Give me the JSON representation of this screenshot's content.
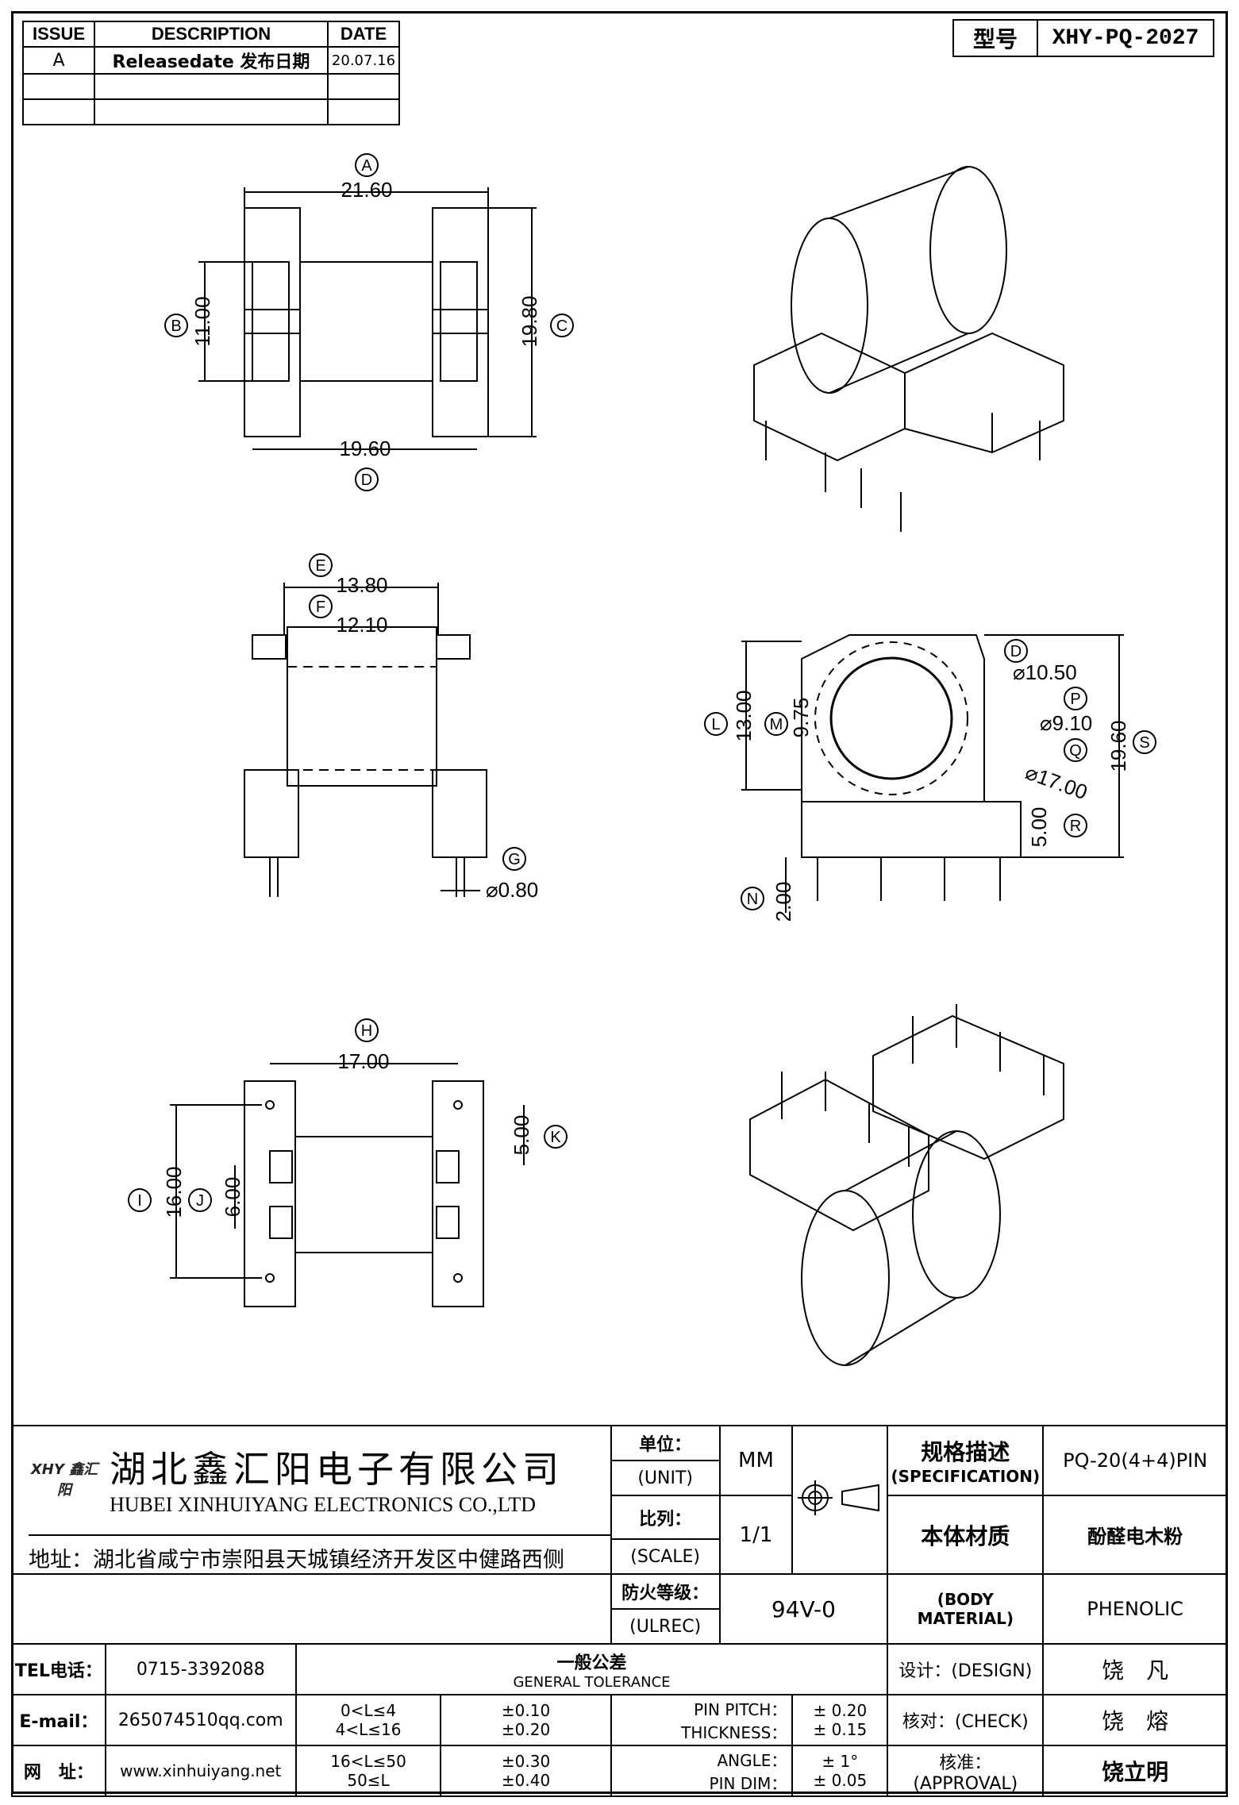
{
  "revision": {
    "headers": [
      "ISSUE",
      "DESCRIPTION",
      "DATE"
    ],
    "rows": [
      {
        "issue": "A",
        "description": "Releasedate 发布日期",
        "date": "20.07.16"
      }
    ]
  },
  "model": {
    "label": "型号",
    "value": "XHY-PQ-2027"
  },
  "dims": {
    "A": "21.60",
    "B": "11.00",
    "C": "19.80",
    "D": "19.60",
    "E": "13.80",
    "F": "12.10",
    "G": "⌀0.80",
    "H": "17.00",
    "I": "16.00",
    "J": "6.00",
    "K": "5.00",
    "L": "13.00",
    "M": "9.75",
    "N": "2.00",
    "O": "⌀10.50",
    "P": "⌀9.10",
    "Q": "⌀17.00",
    "R": "5.00",
    "S": "19.60"
  },
  "letters": [
    "A",
    "B",
    "C",
    "D",
    "E",
    "F",
    "G",
    "H",
    "I",
    "J",
    "K",
    "L",
    "M",
    "N",
    "D",
    "P",
    "Q",
    "R",
    "S"
  ],
  "company": {
    "name_cn": "湖北鑫汇阳电子有限公司",
    "name_en": "HUBEI XINHUIYANG ELECTRONICS CO.,LTD",
    "address": "地址：湖北省咸宁市崇阳县天城镇经济开发区中健路西侧",
    "logo_text": "XHY 鑫汇阳"
  },
  "meta": {
    "unit_cn": "单位：",
    "unit_en": "(UNIT)",
    "unit_val": "MM",
    "scale_cn": "比列：",
    "scale_en": "(SCALE)",
    "scale_val": "1/1",
    "fire_cn": "防火等级：",
    "fire_en": "(ULREC)",
    "fire_val": "94V-0",
    "spec_cn": "规格描述",
    "spec_en": "(SPECIFICATION)",
    "spec_val": "PQ-20(4+4)PIN",
    "mat_cn": "本体材质",
    "mat_en": "(BODY MATERIAL)",
    "mat_cn_val": "酚醛电木粉",
    "mat_en_val": "PHENOLIC"
  },
  "contact": {
    "tel_label": "TEL电话：",
    "tel": "0715-3392088",
    "email_label": "E-mail：",
    "email": "265074510qq.com",
    "web_label": "网　址：",
    "web": "www.xinhuiyang.net"
  },
  "tolerance": {
    "title_cn": "一般公差",
    "title_en": "GENERAL TOLERANCE",
    "rows": [
      {
        "range": "0<L≤4",
        "tol": "±0.10",
        "item": "PIN PITCH：",
        "val": "± 0.20"
      },
      {
        "range": "4<L≤16",
        "tol": "±0.20",
        "item": "THICKNESS：",
        "val": "± 0.15"
      },
      {
        "range": "16<L≤50",
        "tol": "±0.30",
        "item": "ANGLE：",
        "val": "± 1°"
      },
      {
        "range": "50≤L",
        "tol": "±0.40",
        "item": "PIN DIM：",
        "val": "± 0.05"
      }
    ]
  },
  "sign": {
    "design_label": "设计：(DESIGN)",
    "design": "饶　凡",
    "check_label": "核对：(CHECK)",
    "check": "饶　熔",
    "approval_label": "核准：(APPROVAL)",
    "approval": "饶立明"
  }
}
